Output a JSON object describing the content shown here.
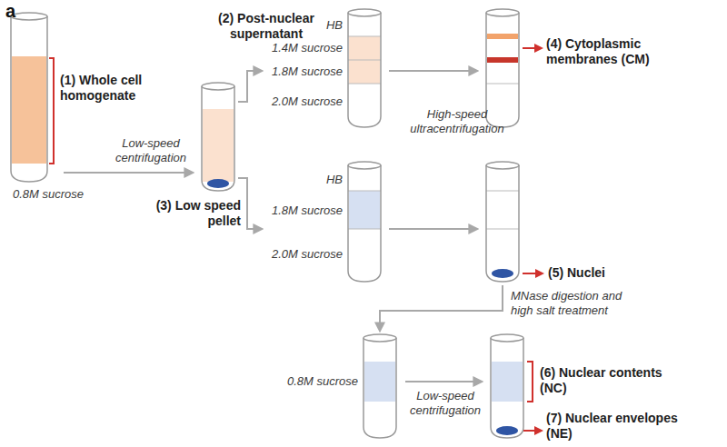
{
  "diagram": {
    "labels": [
      "a",
      "(2) Post-nuclear supernatant",
      "(1) Whole cell homogenate",
      "0.8M sucrose",
      "Low-speed centrifugation",
      "(3) Low speed pellet",
      "HB",
      "1.4M sucrose",
      "1.8M sucrose",
      "2.0M sucrose",
      "(4) Cytoplasmic membranes (CM)",
      "High-speed ultracentrifugation",
      "HB",
      "1.8M sucrose",
      "2.0M sucrose",
      "(5) Nuclei",
      "MNase digestion and high salt treatment",
      "0.8M sucrose",
      "Low-speed centrifugation",
      "(6) Nuclear contents (NC)",
      "(7) Nuclear envelopes (NE)"
    ]
  }
}
